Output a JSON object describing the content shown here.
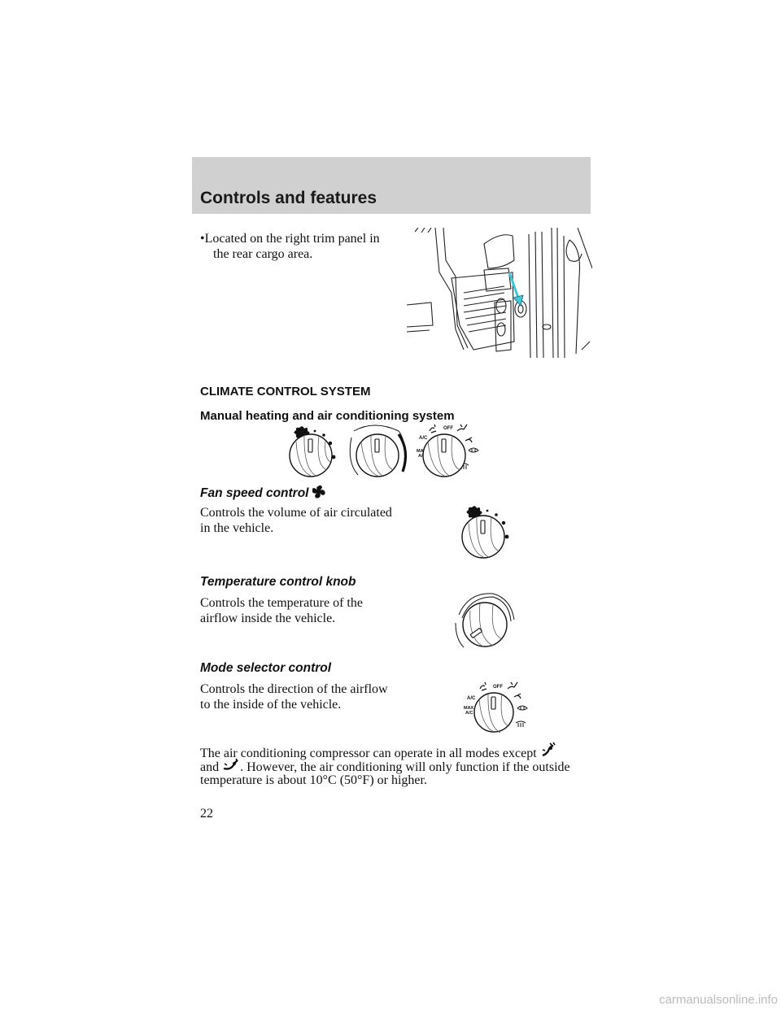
{
  "header": {
    "title": "Controls and features"
  },
  "bullet": {
    "symbol": "•",
    "line1": "Located on the right trim panel in",
    "line2": "the rear cargo area."
  },
  "climate": {
    "section_title": "CLIMATE CONTROL SYSTEM",
    "subsection_title": "Manual heating and air conditioning system"
  },
  "knob_labels": {
    "off": "OFF",
    "ac": "A/C",
    "max": "MAX",
    "max_ac": "A/C"
  },
  "fan": {
    "title": "Fan speed control",
    "line1": "Controls the volume of air circulated",
    "line2": "in the vehicle."
  },
  "temperature": {
    "title": "Temperature control knob",
    "line1": "Controls the temperature of the",
    "line2": "airflow inside the vehicle."
  },
  "mode": {
    "title": "Mode selector control",
    "line1": "Controls the direction of the airflow",
    "line2": "to the inside of the vehicle."
  },
  "compressor": {
    "line1": "The air conditioning compressor can operate in all modes except",
    "line2_prefix": "and",
    "line2_suffix": ". However, the air conditioning will only function if the outside",
    "line3": "temperature is about 10°C (50°F) or higher."
  },
  "page_number": "22",
  "footer": {
    "watermark": "carmanualsonline.info"
  },
  "colors": {
    "header_band": "#d0d0d0",
    "arrow": "#40c8d8",
    "watermark": "#bbbbbb"
  }
}
